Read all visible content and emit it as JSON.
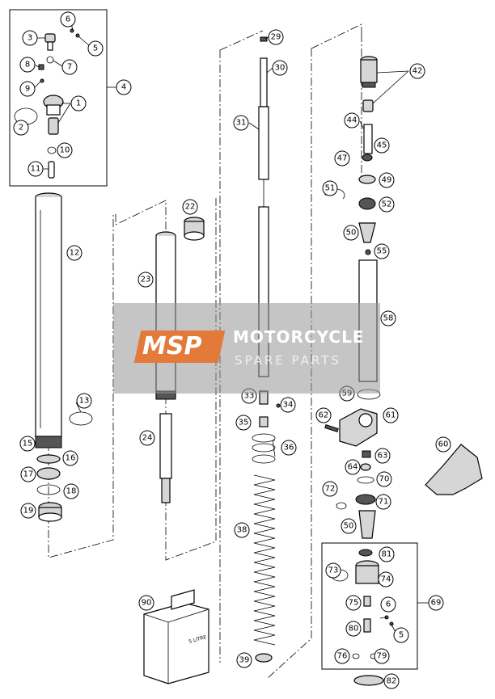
{
  "callouts": [
    "1",
    "2",
    "3",
    "4",
    "5",
    "6",
    "7",
    "8",
    "9",
    "10",
    "11",
    "12",
    "13",
    "15",
    "16",
    "17",
    "18",
    "19",
    "22",
    "23",
    "24",
    "29",
    "30",
    "31",
    "33",
    "34",
    "35",
    "36",
    "38",
    "39",
    "42",
    "44",
    "45",
    "47",
    "49",
    "50",
    "51",
    "52",
    "55",
    "58",
    "59",
    "60",
    "61",
    "62",
    "63",
    "64",
    "69",
    "70",
    "71",
    "72",
    "73",
    "74",
    "75",
    "76",
    "79",
    "80",
    "81",
    "82",
    "90"
  ],
  "can_label": "5 LITRE",
  "watermark": {
    "brand": "MSP",
    "line1": "MOTORCYCLE",
    "line2": "SPARE PARTS"
  }
}
